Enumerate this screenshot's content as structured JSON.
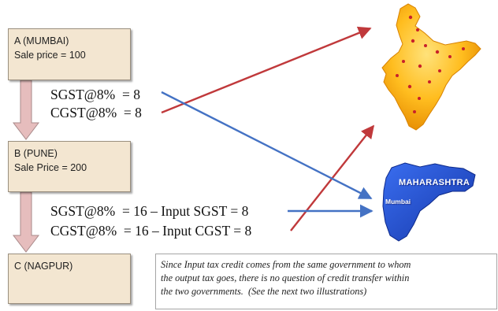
{
  "flow": {
    "box_a": {
      "line1": "A (MUMBAI)",
      "line2": "Sale price = 100"
    },
    "box_b": {
      "line1": "B (PUNE)",
      "line2": "Sale Price = 200"
    },
    "box_c": {
      "line1": "C (NAGPUR)"
    }
  },
  "taxes": {
    "sale_a": {
      "sgst": "SGST@8%  = 8",
      "cgst": "CGST@8%  = 8"
    },
    "sale_b": {
      "sgst": "SGST@8%  = 16 – Input SGST = 8",
      "cgst": "CGST@8%  = 16 – Input CGST = 8"
    }
  },
  "maps": {
    "state_label": "MAHARASHTRA",
    "city_label": "Mumbai"
  },
  "note": {
    "line1": "Since Input tax credit comes from the same government to whom",
    "line2": "the output tax goes, there is no question of credit transfer within",
    "line3": "the two governments.  (See the next two illustrations)"
  },
  "colors": {
    "box_fill": "#f3e6d1",
    "flow_arrow": "#e6bdbd",
    "central_arrow": "#c0393b",
    "state_arrow": "#4472c4",
    "india_map": "#f5a400",
    "maharashtra_map": "#2150c9"
  }
}
